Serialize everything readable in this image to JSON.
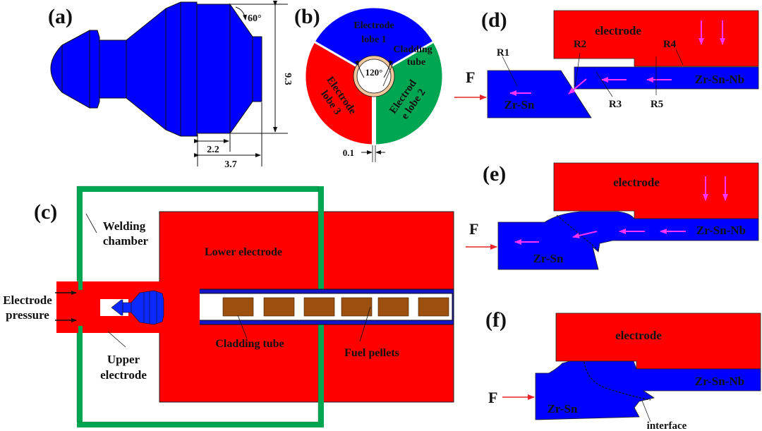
{
  "panels": {
    "a": {
      "label": "(a)",
      "description": "Upper electrode tool profile",
      "dimensions": {
        "angle": "60°",
        "height": "9.3",
        "width_inner": "2.2",
        "width_outer": "3.7"
      }
    },
    "b": {
      "label": "(b)",
      "lobes": [
        "Electrode lobe 1",
        "Electrod e lobe 2",
        "Electrode lobe 3"
      ],
      "lobe_1_line1": "Electrode",
      "lobe_1_line2": "lobe 1",
      "lobe_2_line1": "Electrod",
      "lobe_2_line2": "e lobe 2",
      "lobe_3_line1": "Electrode",
      "lobe_3_line2": "lobe 3",
      "cladding_line1": "Cladding",
      "cladding_line2": "tube",
      "angle": "120°",
      "gap": "0.1"
    },
    "c": {
      "label": "(c)",
      "welding_chamber_line1": "Welding",
      "welding_chamber_line2": "chamber",
      "electrode_pressure_line1": "Electrode",
      "electrode_pressure_line2": "pressure",
      "upper_electrode_line1": "Upper",
      "upper_electrode_line2": "electrode",
      "lower_electrode": "Lower electrode",
      "cladding_tube": "Cladding tube",
      "fuel_pellets": "Fuel pellets",
      "pellet_count": 6
    },
    "d": {
      "label": "(d)",
      "electrode": "electrode",
      "force": "F",
      "left_material": "Zr-Sn",
      "right_material": "Zr-Sn-Nb",
      "regions": [
        "R1",
        "R2",
        "R3",
        "R4",
        "R5"
      ]
    },
    "e": {
      "label": "(e)",
      "electrode": "electrode",
      "force": "F",
      "left_material": "Zr-Sn",
      "right_material": "Zr-Sn-Nb"
    },
    "f": {
      "label": "(f)",
      "electrode": "electrode",
      "force": "F",
      "left_material": "Zr-Sn",
      "right_material": "Zr-Sn-Nb",
      "interface": "interface"
    }
  },
  "colors": {
    "electrode_red": "#ff0000",
    "zirconium_blue": "#0000ff",
    "chamber_green": "#00a651",
    "lobe_green": "#00a651",
    "cladding_tan": "#f2c79e",
    "pellet_brown": "#9c4f0e",
    "flow_arrow_magenta": "#ff33ff",
    "force_arrow_red": "#e8252a"
  }
}
